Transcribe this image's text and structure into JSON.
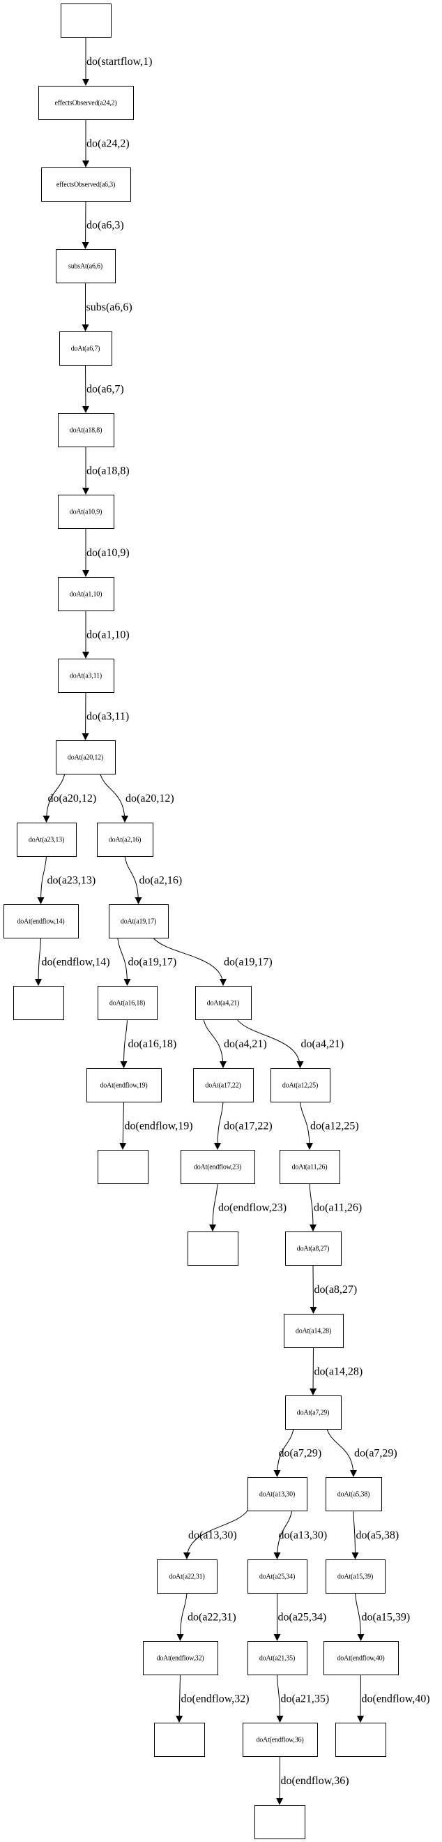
{
  "diagram": {
    "type": "directed-tree",
    "nodes": [
      {
        "id": "n0",
        "label": ""
      },
      {
        "id": "n1",
        "label": "effectsObserved(a24,2)"
      },
      {
        "id": "n2",
        "label": "effectsObserved(a6,3)"
      },
      {
        "id": "n3",
        "label": "subsAt(a6,6)"
      },
      {
        "id": "n4",
        "label": "doAt(a6,7)"
      },
      {
        "id": "n5",
        "label": "doAt(a18,8)"
      },
      {
        "id": "n6",
        "label": "doAt(a10,9)"
      },
      {
        "id": "n7",
        "label": "doAt(a1,10)"
      },
      {
        "id": "n8",
        "label": "doAt(a3,11)"
      },
      {
        "id": "n9",
        "label": "doAt(a20,12)"
      },
      {
        "id": "n10",
        "label": "doAt(a23,13)"
      },
      {
        "id": "n11",
        "label": "doAt(a2,16)"
      },
      {
        "id": "n12",
        "label": "doAt(endflow,14)"
      },
      {
        "id": "n13",
        "label": "doAt(a19,17)"
      },
      {
        "id": "n14",
        "label": ""
      },
      {
        "id": "n15",
        "label": "doAt(a16,18)"
      },
      {
        "id": "n16",
        "label": "doAt(a4,21)"
      },
      {
        "id": "n17",
        "label": "doAt(endflow,19)"
      },
      {
        "id": "n18",
        "label": "doAt(a17,22)"
      },
      {
        "id": "n19",
        "label": "doAt(a12,25)"
      },
      {
        "id": "n20",
        "label": ""
      },
      {
        "id": "n21",
        "label": "doAt(endflow,23)"
      },
      {
        "id": "n22",
        "label": "doAt(a11,26)"
      },
      {
        "id": "n23",
        "label": ""
      },
      {
        "id": "n24",
        "label": "doAt(a8,27)"
      },
      {
        "id": "n25",
        "label": "doAt(a14,28)"
      },
      {
        "id": "n26",
        "label": "doAt(a7,29)"
      },
      {
        "id": "n27",
        "label": "doAt(a13,30)"
      },
      {
        "id": "n28",
        "label": "doAt(a5,38)"
      },
      {
        "id": "n29",
        "label": "doAt(a22,31)"
      },
      {
        "id": "n30",
        "label": "doAt(a25,34)"
      },
      {
        "id": "n31",
        "label": "doAt(a15,39)"
      },
      {
        "id": "n32",
        "label": "doAt(endflow,32)"
      },
      {
        "id": "n33",
        "label": "doAt(a21,35)"
      },
      {
        "id": "n34",
        "label": "doAt(endflow,40)"
      },
      {
        "id": "n35",
        "label": ""
      },
      {
        "id": "n36",
        "label": "doAt(endflow,36)"
      },
      {
        "id": "n37",
        "label": ""
      },
      {
        "id": "n38",
        "label": ""
      }
    ],
    "edges": [
      {
        "from": "n0",
        "to": "n1",
        "label": "do(startflow,1)"
      },
      {
        "from": "n1",
        "to": "n2",
        "label": "do(a24,2)"
      },
      {
        "from": "n2",
        "to": "n3",
        "label": "do(a6,3)"
      },
      {
        "from": "n3",
        "to": "n4",
        "label": "subs(a6,6)"
      },
      {
        "from": "n4",
        "to": "n5",
        "label": "do(a6,7)"
      },
      {
        "from": "n5",
        "to": "n6",
        "label": "do(a18,8)"
      },
      {
        "from": "n6",
        "to": "n7",
        "label": "do(a10,9)"
      },
      {
        "from": "n7",
        "to": "n8",
        "label": "do(a1,10)"
      },
      {
        "from": "n8",
        "to": "n9",
        "label": "do(a3,11)"
      },
      {
        "from": "n9",
        "to": "n10",
        "label": "do(a20,12)"
      },
      {
        "from": "n9",
        "to": "n11",
        "label": "do(a20,12)"
      },
      {
        "from": "n10",
        "to": "n12",
        "label": "do(a23,13)"
      },
      {
        "from": "n11",
        "to": "n13",
        "label": "do(a2,16)"
      },
      {
        "from": "n12",
        "to": "n14",
        "label": "do(endflow,14)"
      },
      {
        "from": "n13",
        "to": "n15",
        "label": "do(a19,17)"
      },
      {
        "from": "n13",
        "to": "n16",
        "label": "do(a19,17)"
      },
      {
        "from": "n15",
        "to": "n17",
        "label": "do(a16,18)"
      },
      {
        "from": "n16",
        "to": "n18",
        "label": "do(a4,21)"
      },
      {
        "from": "n16",
        "to": "n19",
        "label": "do(a4,21)"
      },
      {
        "from": "n17",
        "to": "n20",
        "label": "do(endflow,19)"
      },
      {
        "from": "n18",
        "to": "n21",
        "label": "do(a17,22)"
      },
      {
        "from": "n19",
        "to": "n22",
        "label": "do(a12,25)"
      },
      {
        "from": "n21",
        "to": "n23",
        "label": "do(endflow,23)"
      },
      {
        "from": "n22",
        "to": "n24",
        "label": "do(a11,26)"
      },
      {
        "from": "n24",
        "to": "n25",
        "label": "do(a8,27)"
      },
      {
        "from": "n25",
        "to": "n26",
        "label": "do(a14,28)"
      },
      {
        "from": "n26",
        "to": "n27",
        "label": "do(a7,29)"
      },
      {
        "from": "n26",
        "to": "n28",
        "label": "do(a7,29)"
      },
      {
        "from": "n27",
        "to": "n29",
        "label": "do(a13,30)"
      },
      {
        "from": "n27",
        "to": "n30",
        "label": "do(a13,30)"
      },
      {
        "from": "n28",
        "to": "n31",
        "label": "do(a5,38)"
      },
      {
        "from": "n29",
        "to": "n32",
        "label": "do(a22,31)"
      },
      {
        "from": "n30",
        "to": "n33",
        "label": "do(a25,34)"
      },
      {
        "from": "n31",
        "to": "n34",
        "label": "do(a15,39)"
      },
      {
        "from": "n32",
        "to": "n35",
        "label": "do(endflow,32)"
      },
      {
        "from": "n33",
        "to": "n36",
        "label": "do(a21,35)"
      },
      {
        "from": "n34",
        "to": "n37",
        "label": "do(endflow,40)"
      },
      {
        "from": "n36",
        "to": "n38",
        "label": "do(endflow,36)"
      }
    ]
  }
}
